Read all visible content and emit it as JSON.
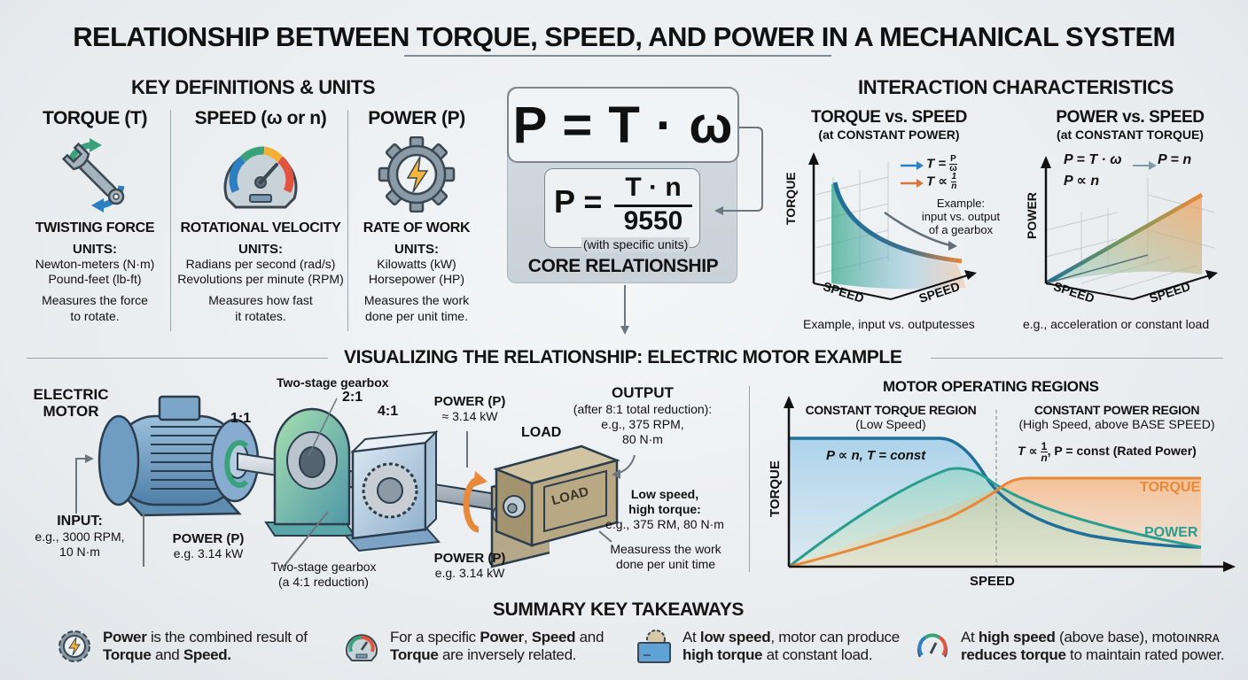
{
  "title": "RELATIONSHIP BETWEEN TORQUE, SPEED, AND POWER IN A MECHANICAL SYSTEM",
  "definitions": {
    "heading": "KEY DEFINITIONS & UNITS",
    "items": [
      {
        "title": "TORQUE (T)",
        "icon": "wrench-rotate-icon",
        "subtitle": "TWISTING FORCE",
        "units_label": "UNITS:",
        "units": [
          "Newton-meters (N·m)",
          "Pound-feet (lb-ft)"
        ],
        "description": [
          "Measures the force",
          "to rotate."
        ]
      },
      {
        "title": "SPEED (ω or n)",
        "icon": "speedometer-icon",
        "subtitle": "ROTATIONAL VELOCITY",
        "units_label": "UNITS:",
        "units": [
          "Radians per second (rad/s)",
          "Revolutions per minute (RPM)"
        ],
        "description": [
          "Measures how fast",
          "it rotates."
        ]
      },
      {
        "title": "POWER (P)",
        "icon": "gear-lightning-icon",
        "subtitle": "RATE OF WORK",
        "units_label": "UNITS:",
        "units": [
          "Kilowatts (kW)",
          "Horsepower (HP)"
        ],
        "description": [
          "Measures the work",
          "done per unit time."
        ]
      }
    ]
  },
  "formula": {
    "main": "P = T · ω",
    "secondary_lhs": "P =",
    "secondary_numerator": "T · n",
    "secondary_denominator": "9550",
    "note": "(with specific units)",
    "label": "CORE RELATIONSHIP"
  },
  "interaction": {
    "heading": "INTERACTION CHARACTERISTICS",
    "torque_vs_speed": {
      "title": "TORQUE vs. SPEED",
      "subtitle": "(at CONSTANT POWER)",
      "eq1": "T = P/ω",
      "eq1_lhs": "T =",
      "eq1_num": "P",
      "eq1_den": "ω",
      "eq2_lhs": "T ∝",
      "eq2_num": "1",
      "eq2_den": "n",
      "example": [
        "Example:",
        "input vs. output",
        "of a gearbox"
      ],
      "y_label": "TORQUE",
      "x_label_left": "SPEED",
      "x_label_right": "SPEED",
      "caption": "Example, input vs. outputesses"
    },
    "power_vs_speed": {
      "title": "POWER vs. SPEED",
      "subtitle": "(at CONSTANT TORQUE)",
      "eq1": "P = T · ω",
      "eq1_result": "P = n",
      "eq2": "P ∝ n",
      "y_label": "POWER",
      "x_label_left": "SPEED",
      "x_label_right": "SPEED",
      "caption": "e.g., acceleration or constant load"
    }
  },
  "visualizing": {
    "heading": "VISUALIZING THE RELATIONSHIP: ELECTRIC MOTOR EXAMPLE",
    "motor_label": [
      "ELECTRIC",
      "MOTOR"
    ],
    "input_label": "INPUT:",
    "input_values": [
      "e.g., 3000 RPM,",
      "10 N·m"
    ],
    "coupling_ratio": "1:1",
    "gearbox_top_label": "Two-stage gearbox",
    "stage1_ratio": "2:1",
    "stage2_ratio": "4:1",
    "power_left_label": "POWER (P)",
    "power_left_value": "e.g. 3.14 kW",
    "gearbox_bottom_label": [
      "Two-stage gearbox",
      "(a 4:1 reduction)"
    ],
    "power_mid_label": "POWER (P)",
    "power_mid_value": "≈ 3.14 kW",
    "power_bottom_label": "POWER (P)",
    "power_bottom_value": "e.g. 3.14 kW",
    "load_label": "LOAD",
    "load_box_text": "LOAD",
    "output_label": "OUTPUT",
    "output_values": [
      "(after 8:1 total reduction):",
      "e.g., 375 RPM,",
      "80 N·m"
    ],
    "low_speed_label": [
      "Low speed,",
      "high torque:"
    ],
    "low_speed_values": "e.g., 375 RМ, 80 N·m",
    "load_note": [
      "Measuress the work",
      "done per unit time"
    ]
  },
  "chart_data": {
    "type": "line",
    "title": "MOTOR OPERATING REGIONS",
    "xlabel": "SPEED",
    "ylabel": "TORQUE",
    "x": [
      0,
      1,
      2,
      3,
      4,
      5,
      6,
      7,
      8,
      9,
      10
    ],
    "base_speed_x": 5,
    "series": [
      {
        "name": "TORQUE (blue curve)",
        "color": "#1f6f9a",
        "values": [
          0.85,
          0.85,
          0.85,
          0.85,
          0.82,
          0.55,
          0.36,
          0.26,
          0.2,
          0.17,
          0.15
        ]
      },
      {
        "name": "POWER (teal curve)",
        "color": "#2a9d8f",
        "values": [
          0.0,
          0.14,
          0.29,
          0.43,
          0.5,
          0.44,
          0.36,
          0.27,
          0.2,
          0.17,
          0.15
        ]
      },
      {
        "name": "TORQUE (orange curve)",
        "color": "#e8893a",
        "values": [
          0.0,
          0.05,
          0.1,
          0.17,
          0.27,
          0.52,
          0.6,
          0.6,
          0.6,
          0.6,
          0.6
        ]
      }
    ],
    "regions": [
      {
        "name": "CONSTANT TORQUE REGION",
        "note": "(Low Speed)",
        "formula": "P ∝ n, T = const"
      },
      {
        "name": "CONSTANT POWER REGION",
        "note": "(High Speed, above BASE SPEED)",
        "formula": "T ∝ 1/n, P = const (Rated Power)"
      }
    ],
    "legend_labels": [
      "TORQUE",
      "POWER"
    ],
    "grid": false
  },
  "motor_regions": {
    "heading": "MOTOR OPERATING REGIONS",
    "region1_title": "CONSTANT TORQUE REGION",
    "region1_note": "(Low Speed)",
    "region1_formula": "P ∝ n, T = const",
    "region2_title": "CONSTANT POWER REGION",
    "region2_note": "(High Speed, above BASE SPEED)",
    "region2_formula_lhs": "T ∝",
    "region2_formula_num": "1",
    "region2_formula_den": "n",
    "region2_formula_rhs": ", P = const (Rated Power)",
    "label_torque": "TORQUE",
    "label_power": "POWER",
    "y_label": "TORQUE",
    "x_label": "SPEED"
  },
  "summary": {
    "heading": "SUMMARY KEY TAKEAWAYS",
    "items": [
      {
        "icon": "gear-lightning-icon",
        "parts": [
          [
            "b",
            "Power"
          ],
          [
            "t",
            " is the combined result of"
          ],
          [
            "br",
            ""
          ],
          [
            "b",
            "Torque"
          ],
          [
            "t",
            " and "
          ],
          [
            "b",
            "Speed."
          ]
        ]
      },
      {
        "icon": "speedometer-icon",
        "parts": [
          [
            "t",
            "For a specific "
          ],
          [
            "b",
            "Power"
          ],
          [
            "t",
            ", "
          ],
          [
            "b",
            "Speed"
          ],
          [
            "t",
            " and"
          ],
          [
            "br",
            ""
          ],
          [
            "b",
            "Torque"
          ],
          [
            "t",
            " are inversely related."
          ]
        ]
      },
      {
        "icon": "motor-gear-icon",
        "parts": [
          [
            "t",
            "At "
          ],
          [
            "b",
            "low speed"
          ],
          [
            "t",
            ", motor can produce"
          ],
          [
            "br",
            ""
          ],
          [
            "b",
            "high torque"
          ],
          [
            "t",
            " at constant load."
          ]
        ]
      },
      {
        "icon": "gauge-icon",
        "parts": [
          [
            "t",
            "At "
          ],
          [
            "b",
            "high speed"
          ],
          [
            "t",
            " (above base), motoıɴʀʀᴀ"
          ],
          [
            "br",
            ""
          ],
          [
            "b",
            "reduces torque"
          ],
          [
            "t",
            " to maintain rated power."
          ]
        ]
      }
    ]
  },
  "colors": {
    "background": "#e9edf0",
    "teal": "#2a9d8f",
    "blue": "#1f6f9a",
    "orange": "#e8893a",
    "divider": "#9aa4ab"
  }
}
